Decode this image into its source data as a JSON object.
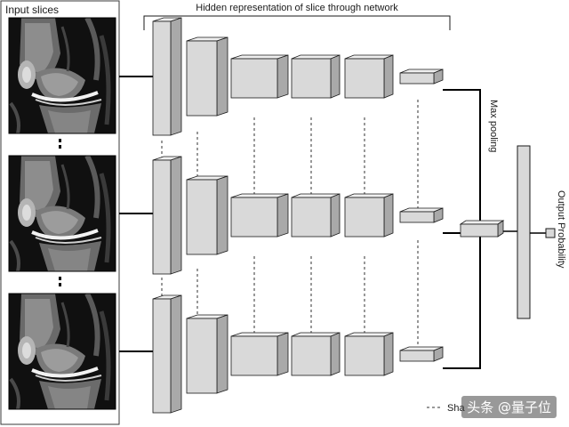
{
  "labels": {
    "input_slices": "Input slices",
    "hidden_rep": "Hidden representation of slice through network",
    "max_pooling": "Max pooling",
    "output_probability": "Output Probability",
    "legend": "Sha"
  },
  "watermark": "头条 @量子位",
  "colors": {
    "block_front": "#d9d9d9",
    "block_top": "#efefef",
    "block_side": "#a9a9a9",
    "stroke": "#1a1a1a"
  },
  "icons": {
    "mri": "knee-mri-image"
  }
}
